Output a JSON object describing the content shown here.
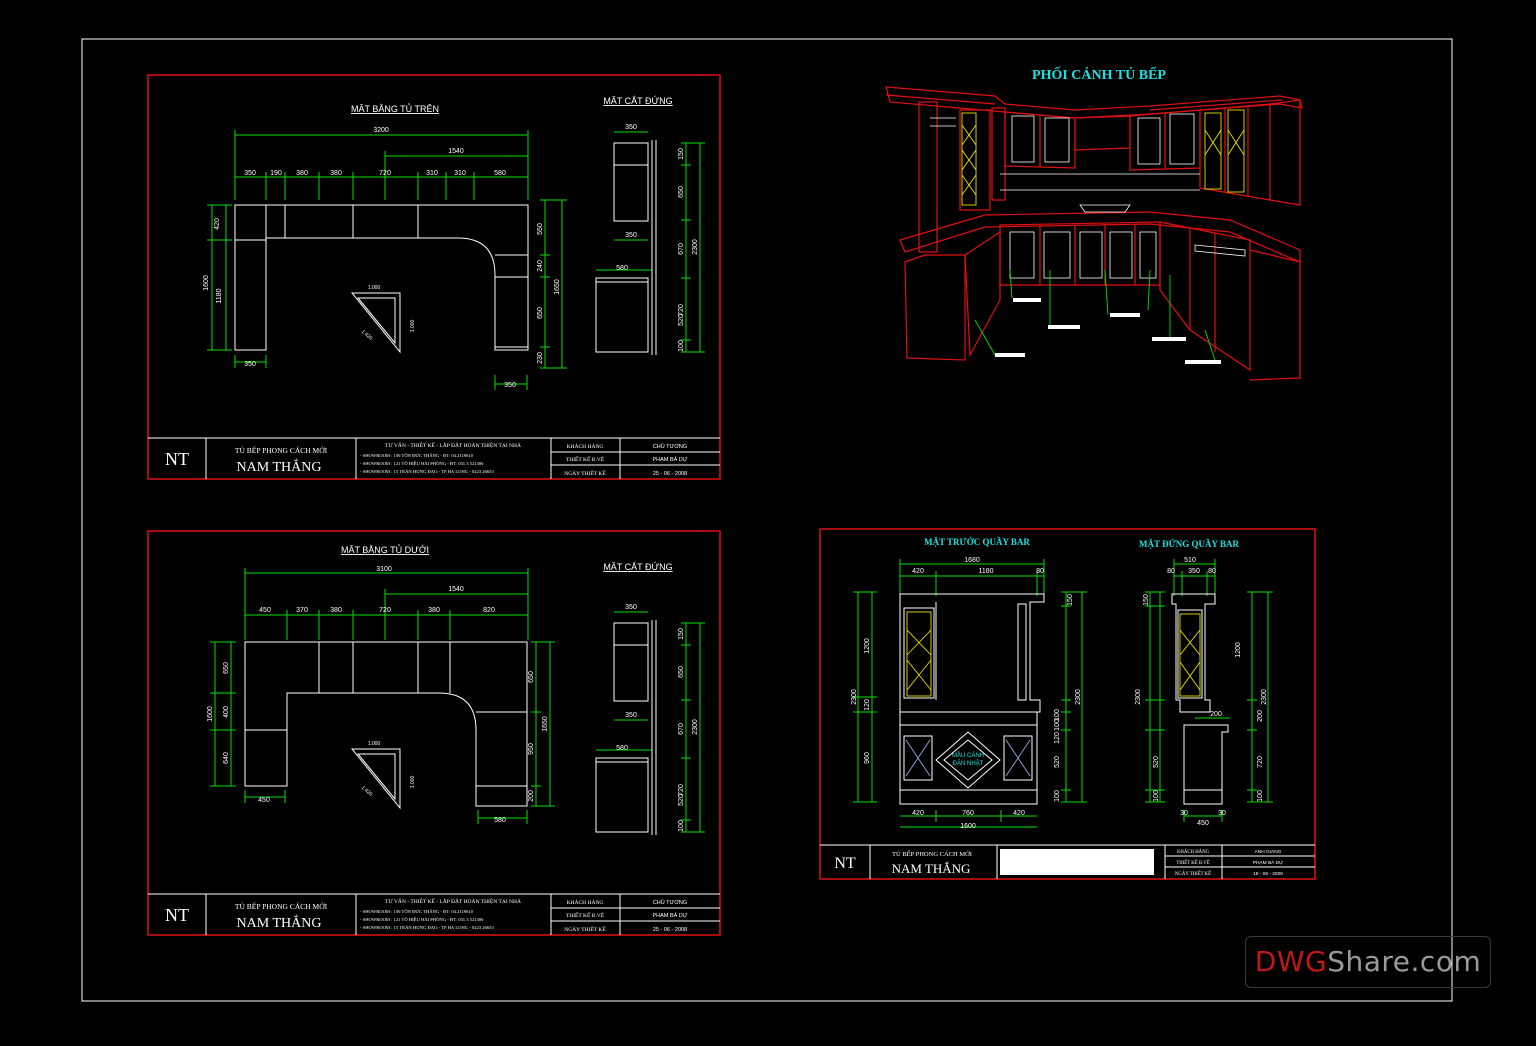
{
  "plan_upper": {
    "title": "MẶT BẰNG TỦ TRÊN",
    "section_title": "MẶT CẮT ĐỨNG",
    "dims_top": [
      "350",
      "190",
      "380",
      "380",
      "720",
      "310",
      "310",
      "580"
    ],
    "overall": "3200",
    "partial": "1540",
    "left_dims": [
      "420",
      "1180",
      "1600"
    ],
    "right_dims": [
      "550",
      "240",
      "650",
      "230",
      "1650"
    ],
    "bottom_left": "350",
    "bottom_right": "350",
    "island": [
      "1.000",
      "1.420",
      "1.000"
    ],
    "section_dims": [
      "350",
      "350",
      "580"
    ],
    "section_vert": [
      "150",
      "650",
      "670",
      "720",
      "520",
      "100",
      "2300"
    ]
  },
  "plan_lower": {
    "title": "MẶT BẰNG TỦ DƯỚI",
    "section_title": "MẶT CẮT ĐỨNG",
    "dims_top": [
      "450",
      "370",
      "380",
      "720",
      "380",
      "820"
    ],
    "overall": "3100",
    "partial": "1540",
    "left_dims": [
      "650",
      "400",
      "640",
      "1600"
    ],
    "right_dims": [
      "650",
      "950",
      "200",
      "1650"
    ],
    "bottom_left": "450",
    "bottom_right": "580",
    "island": [
      "1.000",
      "1.420",
      "1.000"
    ],
    "section_dims": [
      "350",
      "350",
      "580"
    ],
    "section_vert": [
      "150",
      "650",
      "670",
      "720",
      "520",
      "100",
      "2300"
    ]
  },
  "title_block": {
    "logo": "NT",
    "style_line": "TỦ BẾP PHONG CÁCH MỚI",
    "brand": "NAM THẮNG",
    "service": "TƯ VẤN - THIẾT KẾ - LẮP ĐẶT HOÀN THIỆN TẠI NHÀ",
    "showrooms": [
      "- SHOWROOM : 109 TÔN ĐỨC THẮNG        - ĐT: 04.2119610",
      "- SHOWROOM : 121 TÔ HIỆU HẢI PHÒNG       - ĐT: 031.3 521306",
      "- SHOWROOM : 15 TRẦN HƯNG ĐẠO - TP HẠ LONG - 0223 26653"
    ],
    "labels": [
      "KHÁCH HÀNG",
      "THIẾT KẾ B.VẼ",
      "NGÀY THIẾT KẾ"
    ],
    "values": [
      "CHỦ TƯƠNG",
      "PHẠM BÁ DỰ",
      "25 - 06 - 2008"
    ]
  },
  "title_block_bar": {
    "labels": [
      "KHÁCH HÀNG",
      "THIẾT KẾ B.VẼ",
      "NGÀY THIẾT KẾ"
    ],
    "values": [
      "ANH GIANG",
      "PHẠM BÁ DỰ",
      "18 - 06 - 2008"
    ]
  },
  "perspective": {
    "title": "PHỐI CẢNH TỦ BẾP"
  },
  "bar": {
    "front_title": "MẶT TRƯỚC QUẦY BAR",
    "side_title": "MẶT ĐỨNG QUẦY BAR",
    "front_top": [
      "1680",
      "420",
      "1180",
      "80"
    ],
    "front_bottom": [
      "420",
      "760",
      "420",
      "1600"
    ],
    "front_left": [
      "1200",
      "2300",
      "120",
      "960"
    ],
    "front_right": [
      "150",
      "2300",
      "100",
      "100",
      "120",
      "520",
      "100"
    ],
    "panel_text": [
      "MẪU CÁNH",
      "ĐẶN NHẬT"
    ],
    "side_top": [
      "510",
      "80",
      "350",
      "80"
    ],
    "side_bottom": [
      "450",
      "30",
      "30"
    ],
    "side_dims": [
      "150",
      "1200",
      "2300",
      "2300",
      "200",
      "200",
      "720",
      "520",
      "100",
      "100"
    ]
  },
  "watermark": {
    "part1": "DWG",
    "part2": "Share.com"
  },
  "colors": {
    "frame_red": "#e01010",
    "dim_green": "#00e000",
    "cyan": "#19e3e3",
    "white": "#ffffff",
    "yellow": "#e8e000"
  }
}
